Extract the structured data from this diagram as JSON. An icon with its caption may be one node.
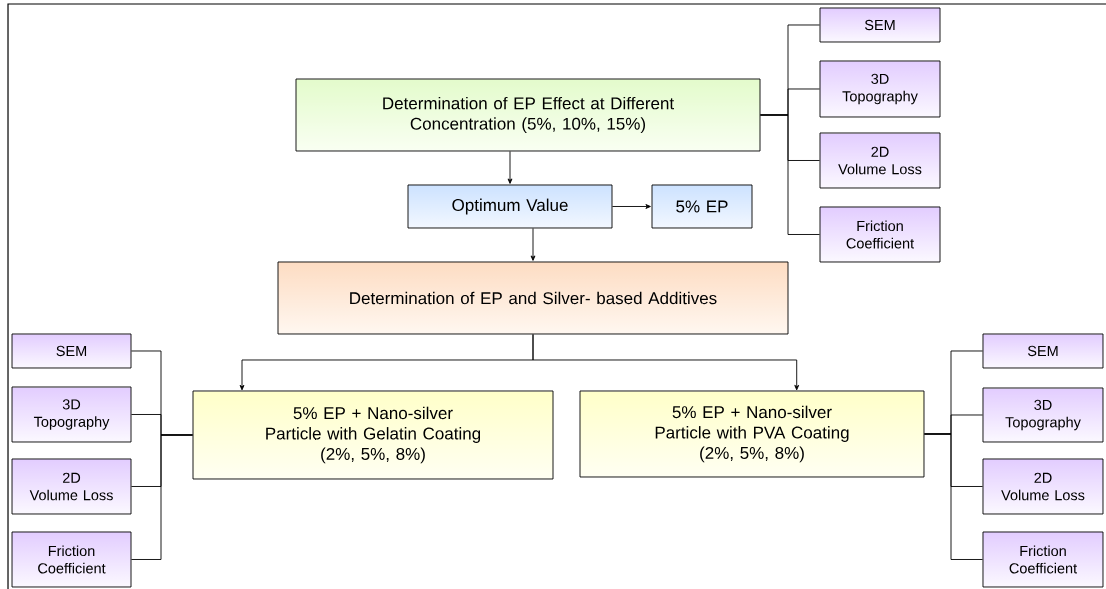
{
  "diagram": {
    "nodes": [
      {
        "text": [
          "Determination of EP Effect at Different Concentration (5%, 10%, 15%)"
        ]
      },
      {
        "text": [
          "Optimum Value"
        ]
      },
      {
        "text": [
          "5% EP"
        ]
      },
      {
        "text": [
          "Determination of EP and Silver- based Additives"
        ]
      },
      {
        "text": [
          "5% EP + Nano-silver Particle with Gelatin Coating",
          "(2%, 5%, 8%)"
        ]
      },
      {
        "text": [
          "5% EP + Nano-silver Particle with PVA Coating",
          "(2%, 5%, 8%)"
        ]
      },
      {
        "text": [
          "SEM"
        ]
      },
      {
        "text": [
          "3D",
          "Topography"
        ]
      },
      {
        "text": [
          "2D",
          "Volume Loss"
        ]
      },
      {
        "text": [
          "Friction Coefficient"
        ]
      },
      {
        "text": [
          "SEM"
        ]
      },
      {
        "text": [
          "3D",
          "Topography"
        ]
      },
      {
        "text": [
          "2D",
          "Volume Loss"
        ]
      },
      {
        "text": [
          "Friction Coefficient"
        ]
      },
      {
        "text": [
          "SEM"
        ]
      },
      {
        "text": [
          "3D",
          "Topography"
        ]
      },
      {
        "text": [
          "2D",
          "Volume Loss"
        ]
      },
      {
        "text": [
          "Friction Coefficient"
        ]
      }
    ],
    "edges": [
      {
        "from": 0,
        "to": 1,
        "arrow": "to"
      },
      {
        "from": 1,
        "to": 2,
        "arrow": "to"
      },
      {
        "from": 1,
        "to": 3,
        "arrow": "to"
      },
      {
        "from": 3,
        "to": 4,
        "arrow": "to"
      },
      {
        "from": 3,
        "to": 5,
        "arrow": "to"
      },
      {
        "from": 0,
        "to": 6,
        "arrow": "none"
      },
      {
        "from": 0,
        "to": 7,
        "arrow": "none"
      },
      {
        "from": 0,
        "to": 8,
        "arrow": "none"
      },
      {
        "from": 0,
        "to": 9,
        "arrow": "none"
      },
      {
        "from": 4,
        "to": 10,
        "arrow": "none"
      },
      {
        "from": 4,
        "to": 11,
        "arrow": "none"
      },
      {
        "from": 4,
        "to": 12,
        "arrow": "none"
      },
      {
        "from": 4,
        "to": 13,
        "arrow": "none"
      },
      {
        "from": 5,
        "to": 14,
        "arrow": "none"
      },
      {
        "from": 5,
        "to": 15,
        "arrow": "none"
      },
      {
        "from": 5,
        "to": 16,
        "arrow": "none"
      },
      {
        "from": 5,
        "to": 17,
        "arrow": "none"
      }
    ]
  }
}
